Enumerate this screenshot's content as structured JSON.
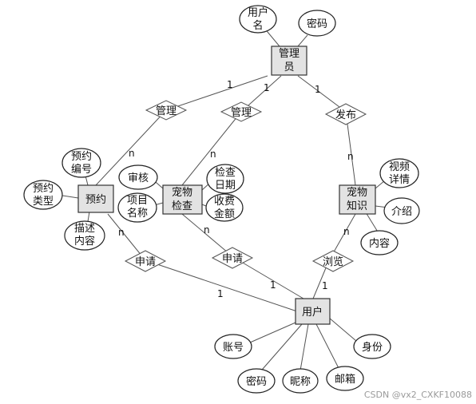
{
  "entities": {
    "admin": [
      "管理",
      "员"
    ],
    "reservation": [
      "预约"
    ],
    "pet_check": [
      "宠物",
      "检查"
    ],
    "pet_knowledge": [
      "宠物",
      "知识"
    ],
    "user": [
      "用户"
    ]
  },
  "relationships": {
    "manage_reservation": "管理",
    "manage_check": "管理",
    "publish": "发布",
    "apply_reservation": "申请",
    "apply_check": "申请",
    "browse": "浏览"
  },
  "attributes": {
    "admin_username": [
      "用户",
      "名"
    ],
    "admin_password": [
      "密码"
    ],
    "reservation_number": [
      "预约",
      "编号"
    ],
    "reservation_type": [
      "预约",
      "类型"
    ],
    "reservation_description": [
      "描述",
      "内容"
    ],
    "check_review": [
      "审核"
    ],
    "check_item_name": [
      "项目",
      "名称"
    ],
    "check_date": [
      "检查",
      "日期"
    ],
    "check_fee": [
      "收费",
      "金额"
    ],
    "knowledge_video": [
      "视频",
      "详情"
    ],
    "knowledge_intro": [
      "介绍"
    ],
    "knowledge_content": [
      "内容"
    ],
    "user_account": [
      "账号"
    ],
    "user_password": [
      "密码"
    ],
    "user_nickname": [
      "昵称"
    ],
    "user_email": [
      "邮箱"
    ],
    "user_identity": [
      "身份"
    ]
  },
  "cardinalities": {
    "admin_to_manage_reservation": "1",
    "manage_reservation_to_reservation": "n",
    "admin_to_manage_check": "1",
    "manage_check_to_check": "n",
    "admin_to_publish": "1",
    "publish_to_knowledge": "n",
    "reservation_to_apply": "n",
    "apply_reservation_to_user": "1",
    "check_to_apply": "n",
    "apply_check_to_user": "1",
    "knowledge_to_browse": "n",
    "browse_to_user": "1"
  },
  "watermark": "CSDN @vx2_CXKF10088"
}
